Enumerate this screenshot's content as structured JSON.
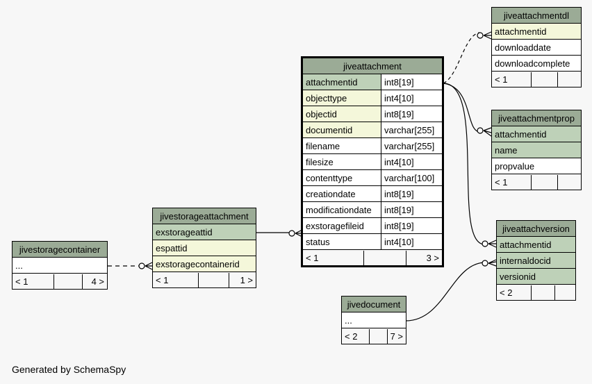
{
  "tables": {
    "jiveattachment": {
      "name": "jiveattachment",
      "columns": [
        {
          "name": "attachmentid",
          "type": "int8[19]",
          "kind": "pk"
        },
        {
          "name": "objecttype",
          "type": "int4[10]",
          "kind": "fk"
        },
        {
          "name": "objectid",
          "type": "int8[19]",
          "kind": "fk"
        },
        {
          "name": "documentid",
          "type": "varchar[255]",
          "kind": "fk"
        },
        {
          "name": "filename",
          "type": "varchar[255]",
          "kind": "plain"
        },
        {
          "name": "filesize",
          "type": "int4[10]",
          "kind": "plain"
        },
        {
          "name": "contenttype",
          "type": "varchar[100]",
          "kind": "plain"
        },
        {
          "name": "creationdate",
          "type": "int8[19]",
          "kind": "plain"
        },
        {
          "name": "modificationdate",
          "type": "int8[19]",
          "kind": "plain"
        },
        {
          "name": "exstoragefileid",
          "type": "int8[19]",
          "kind": "plain"
        },
        {
          "name": "status",
          "type": "int4[10]",
          "kind": "plain"
        }
      ],
      "footer": {
        "parents": "< 1",
        "middle": "",
        "children": "3 >"
      }
    },
    "jiveattachmentdl": {
      "name": "jiveattachmentdl",
      "columns": [
        {
          "name": "attachmentid",
          "kind": "fk"
        },
        {
          "name": "downloaddate",
          "kind": "plain"
        },
        {
          "name": "downloadcomplete",
          "kind": "plain"
        }
      ],
      "footer": {
        "parents": "< 1",
        "middle": "",
        "children": ""
      }
    },
    "jiveattachmentprop": {
      "name": "jiveattachmentprop",
      "columns": [
        {
          "name": "attachmentid",
          "kind": "pk"
        },
        {
          "name": "name",
          "kind": "pk"
        },
        {
          "name": "propvalue",
          "kind": "plain"
        }
      ],
      "footer": {
        "parents": "< 1",
        "middle": "",
        "children": ""
      }
    },
    "jiveattachversion": {
      "name": "jiveattachversion",
      "columns": [
        {
          "name": "attachmentid",
          "kind": "pk"
        },
        {
          "name": "internaldocid",
          "kind": "pk"
        },
        {
          "name": "versionid",
          "kind": "pk"
        }
      ],
      "footer": {
        "parents": "< 2",
        "middle": "",
        "children": ""
      }
    },
    "jivestorageattachment": {
      "name": "jivestorageattachment",
      "columns": [
        {
          "name": "exstorageattid",
          "kind": "pk"
        },
        {
          "name": "espattid",
          "kind": "fk"
        },
        {
          "name": "exstoragecontainerid",
          "kind": "fk"
        }
      ],
      "footer": {
        "parents": "< 1",
        "middle": "",
        "children": "1 >"
      }
    },
    "jivestoragecontainer": {
      "name": "jivestoragecontainer",
      "columns": [
        {
          "name": "...",
          "kind": "plain"
        }
      ],
      "footer": {
        "parents": "< 1",
        "middle": "",
        "children": "4 >"
      }
    },
    "jivedocument": {
      "name": "jivedocument",
      "columns": [
        {
          "name": "...",
          "kind": "plain"
        }
      ],
      "footer": {
        "parents": "< 2",
        "middle": "",
        "children": "7 >"
      }
    }
  },
  "footer_text": "Generated by SchemaSpy"
}
